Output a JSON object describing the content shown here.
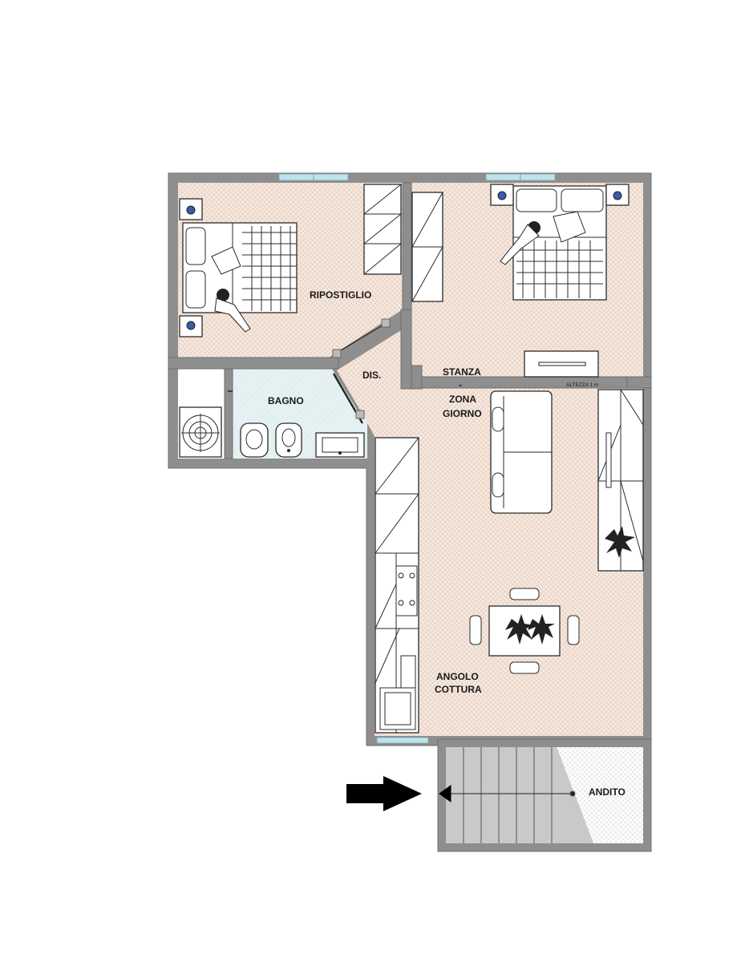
{
  "rooms": {
    "ripostiglio": "RIPOSTIGLIO",
    "bagno": "BAGNO",
    "dis": "DIS.",
    "stanza_line1": "STANZA",
    "stanza_line2": "-",
    "stanza_line3": "ZONA",
    "stanza_line4": "GIORNO",
    "angolo_line1": "ANGOLO",
    "angolo_line2": "COTTURA",
    "andito": "ANDITO"
  },
  "annotations": {
    "altezza": "ALTEZZA 1 m"
  },
  "icons": [
    "entrance-arrow-icon",
    "double-bed-icon",
    "person-icon",
    "wardrobe-icon",
    "sofa-icon",
    "dining-table-icon",
    "plant-icon",
    "toilet-icon",
    "bidet-icon",
    "sink-icon",
    "stove-icon",
    "stair-icon",
    "boiler-icon"
  ],
  "colors": {
    "wall": "#8e8e8e",
    "floor": "#f3e6dc",
    "floor_pattern": "#e2c4b4",
    "bathroom_floor": "#e4f0f2",
    "stairs": "#c9c9c9",
    "entrance_arrow": "#000000",
    "window": "#bfe3ec"
  }
}
